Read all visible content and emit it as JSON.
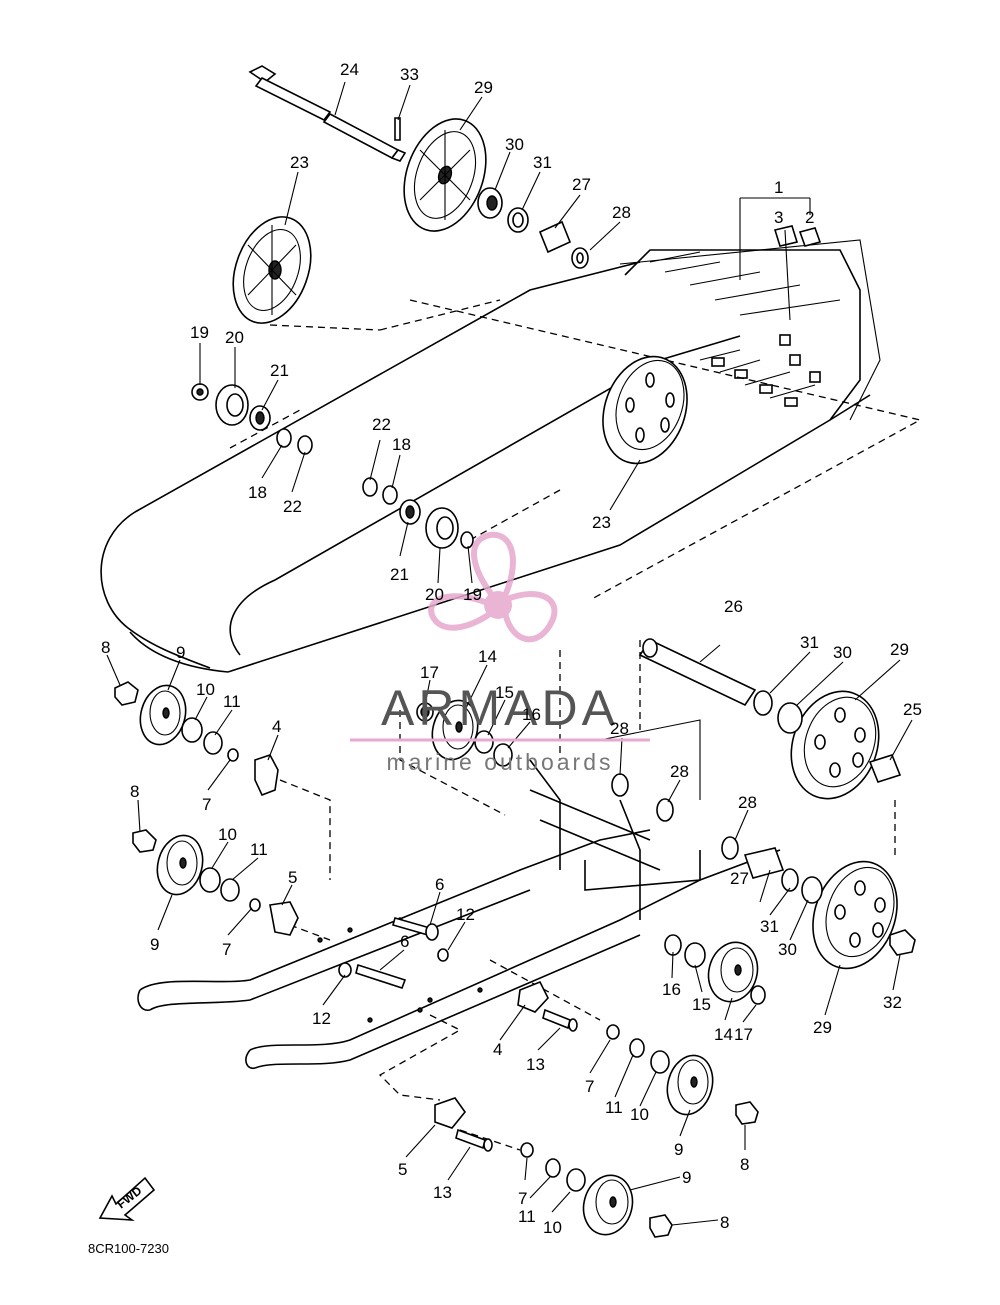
{
  "drawing_code": "8CR100-7230",
  "fwd_label": "FWD",
  "watermark": {
    "brand": "ARMADA",
    "tagline": "marine outboards",
    "accent_color": "#e7a9cd",
    "text_color": "#555555"
  },
  "callouts": {
    "n1": "1",
    "n2": "2",
    "n3": "3",
    "n4a": "4",
    "n4b": "4",
    "n5a": "5",
    "n5b": "5",
    "n6a": "6",
    "n6b": "6",
    "n7a": "7",
    "n7b": "7",
    "n7c": "7",
    "n7d": "7",
    "n8a": "8",
    "n8b": "8",
    "n8c": "8",
    "n8d": "8",
    "n9a": "9",
    "n9b": "9",
    "n9c": "9",
    "n9d": "9",
    "n10a": "10",
    "n10b": "10",
    "n10c": "10",
    "n10d": "10",
    "n11a": "11",
    "n11b": "11",
    "n11c": "11",
    "n11d": "11",
    "n12a": "12",
    "n12b": "12",
    "n13a": "13",
    "n13b": "13",
    "n14a": "14",
    "n14b": "14",
    "n15a": "15",
    "n15b": "15",
    "n16a": "16",
    "n16b": "16",
    "n17a": "17",
    "n17b": "17",
    "n18a": "18",
    "n18b": "18",
    "n19a": "19",
    "n19b": "19",
    "n20a": "20",
    "n20b": "20",
    "n21a": "21",
    "n21b": "21",
    "n22a": "22",
    "n22b": "22",
    "n23a": "23",
    "n23b": "23",
    "n24": "24",
    "n25": "25",
    "n26": "26",
    "n27a": "27",
    "n27b": "27",
    "n28a": "28",
    "n28b": "28",
    "n28c": "28",
    "n28d": "28",
    "n29a": "29",
    "n29b": "29",
    "n29c": "29",
    "n30a": "30",
    "n30b": "30",
    "n30c": "30",
    "n31a": "31",
    "n31b": "31",
    "n31c": "31",
    "n32": "32",
    "n33": "33"
  }
}
